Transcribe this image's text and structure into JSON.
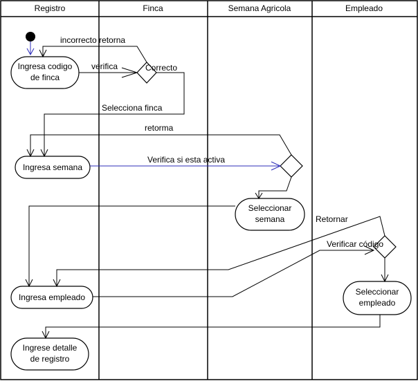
{
  "lanes": [
    "Registro",
    "Finca",
    "Semana Agricola",
    "Empleado"
  ],
  "activities": {
    "ingresa_codigo_finca": [
      "Ingresa codigo",
      "de finca"
    ],
    "ingresa_semana": [
      "Ingresa semana"
    ],
    "seleccionar_semana": [
      "Seleccionar",
      "semana"
    ],
    "ingresa_empleado": [
      "Ingresa empleado"
    ],
    "seleccionar_empleado": [
      "Seleccionar",
      "empleado"
    ],
    "ingrese_detalle_registro": [
      "Ingrese detalle",
      "de registro"
    ]
  },
  "flow_labels": {
    "incorrecto_retorna": "incorrecto retorna",
    "verifica": "verifica",
    "correcto": "Correcto",
    "selecciona_finca": "Selecciona finca",
    "retorma": "retorma",
    "verifica_si_esta_activa": "Verifica si esta activa",
    "retornar": "Retornar",
    "verificar_codigo": "Verificar código"
  },
  "colors": {
    "line": "#000000",
    "accent_flow": "#2b2bb8",
    "initial_node": "#000000",
    "background": "#ffffff"
  }
}
